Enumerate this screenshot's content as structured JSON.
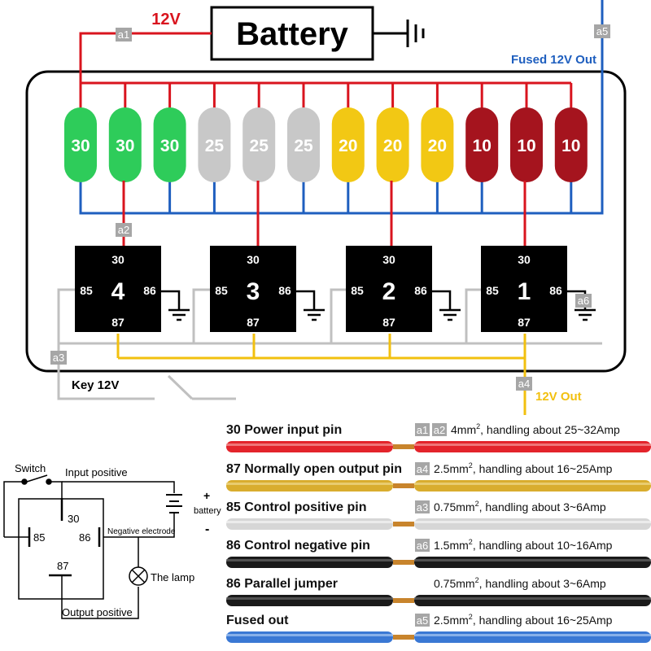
{
  "battery": {
    "label": "Battery",
    "voltage_label": "12V"
  },
  "fused_out_label": "Fused 12V Out",
  "key_label": "Key 12V",
  "out_label": "12V Out",
  "wire_tags": {
    "a1": "a1",
    "a2": "a2",
    "a3": "a3",
    "a4": "a4",
    "a5": "a5",
    "a6": "a6"
  },
  "fuses": [
    {
      "value": "30",
      "color": "#2ecc5a"
    },
    {
      "value": "30",
      "color": "#2ecc5a"
    },
    {
      "value": "30",
      "color": "#2ecc5a"
    },
    {
      "value": "25",
      "color": "#c8c8c8"
    },
    {
      "value": "25",
      "color": "#c8c8c8"
    },
    {
      "value": "25",
      "color": "#c8c8c8"
    },
    {
      "value": "20",
      "color": "#f2c814"
    },
    {
      "value": "20",
      "color": "#f2c814"
    },
    {
      "value": "20",
      "color": "#f2c814"
    },
    {
      "value": "10",
      "color": "#a5141e"
    },
    {
      "value": "10",
      "color": "#a5141e"
    },
    {
      "value": "10",
      "color": "#a5141e"
    }
  ],
  "relays": [
    {
      "number": "4",
      "pin_top": "30",
      "pin_left": "85",
      "pin_right": "86",
      "pin_bottom": "87"
    },
    {
      "number": "3",
      "pin_top": "30",
      "pin_left": "85",
      "pin_right": "86",
      "pin_bottom": "87"
    },
    {
      "number": "2",
      "pin_top": "30",
      "pin_left": "85",
      "pin_right": "86",
      "pin_bottom": "87"
    },
    {
      "number": "1",
      "pin_top": "30",
      "pin_left": "85",
      "pin_right": "86",
      "pin_bottom": "87"
    }
  ],
  "schematic": {
    "switch_label": "Switch",
    "input_positive": "Input positive",
    "pin_30": "30",
    "pin_85": "85",
    "pin_86": "86",
    "pin_87": "87",
    "negative_electrode": "Negative electrode",
    "battery_label": "battery",
    "plus": "+",
    "minus": "-",
    "lamp_label": "The lamp",
    "output_positive": "Output positive"
  },
  "wire_legend": [
    {
      "title": "30 Power input pin",
      "tags": [
        "a1",
        "a2"
      ],
      "spec": "4mm",
      "sup": "2",
      "handling": ", handling about 25~32Amp",
      "color": "#e3242b",
      "light": "#f39a9a"
    },
    {
      "title": "87 Normally open output pin",
      "tags": [
        "a4"
      ],
      "spec": "2.5mm",
      "sup": "2",
      "handling": ", handling about 16~25Amp",
      "color": "#d9ad2e",
      "light": "#f0d98c"
    },
    {
      "title": "85 Control positive pin",
      "tags": [
        "a3"
      ],
      "spec": "0.75mm",
      "sup": "2",
      "handling": ", handling about 3~6Amp",
      "color": "#d6d6d6",
      "light": "#f4f4f4"
    },
    {
      "title": "86 Control negative pin",
      "tags": [
        "a6"
      ],
      "spec": "1.5mm",
      "sup": "2",
      "handling": ", handling about 10~16Amp",
      "color": "#1a1a1a",
      "light": "#6a6a6a"
    },
    {
      "title": "86 Parallel jumper",
      "tags": [],
      "spec": "0.75mm",
      "sup": "2",
      "handling": ", handling about 3~6Amp",
      "color": "#1a1a1a",
      "light": "#6a6a6a"
    },
    {
      "title": "Fused out",
      "tags": [
        "a5"
      ],
      "spec": "2.5mm",
      "sup": "2",
      "handling": ", handling about 16~25Amp",
      "color": "#3a78d4",
      "light": "#a9c8f2"
    }
  ],
  "colors": {
    "red_wire": "#d9141e",
    "blue_wire": "#1f5fbf",
    "gray_wire": "#c0c0c0",
    "yellow_wire": "#f2c00f",
    "relay_fill": "#000000",
    "copper": "#c8842c"
  }
}
